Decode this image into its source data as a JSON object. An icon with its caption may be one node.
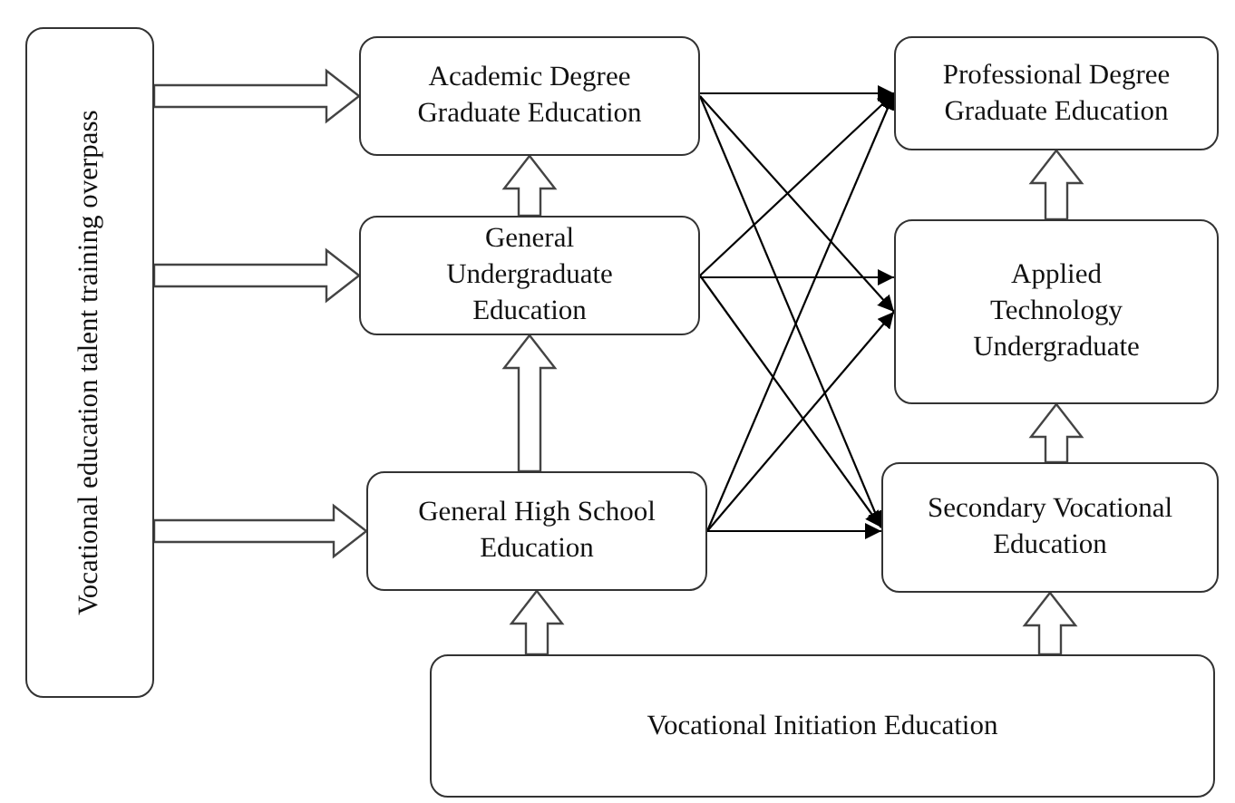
{
  "diagram": {
    "nodes": [
      {
        "text": [
          "Vocational education talent training overpass"
        ]
      },
      {
        "text": [
          "Academic Degree Graduate Education"
        ]
      },
      {
        "text": [
          "General Undergraduate Education"
        ]
      },
      {
        "text": [
          "General High School Education"
        ]
      },
      {
        "text": [
          "Professional Degree Graduate Education"
        ]
      },
      {
        "text": [
          "Applied Technology Undergraduate"
        ]
      },
      {
        "text": [
          "Secondary Vocational Education"
        ]
      },
      {
        "text": [
          "Vocational Initiation Education"
        ]
      }
    ],
    "edges": [
      {
        "from": 0,
        "to": 1,
        "arrow": "to",
        "style": "thick"
      },
      {
        "from": 0,
        "to": 2,
        "arrow": "to",
        "style": "thick"
      },
      {
        "from": 0,
        "to": 3,
        "arrow": "to",
        "style": "thick"
      },
      {
        "from": 3,
        "to": 2,
        "arrow": "to",
        "style": "thick"
      },
      {
        "from": 2,
        "to": 1,
        "arrow": "to",
        "style": "thick"
      },
      {
        "from": 7,
        "to": 3,
        "arrow": "to",
        "style": "thick"
      },
      {
        "from": 7,
        "to": 6,
        "arrow": "to",
        "style": "thick"
      },
      {
        "from": 6,
        "to": 5,
        "arrow": "to",
        "style": "thick"
      },
      {
        "from": 5,
        "to": 4,
        "arrow": "to",
        "style": "thick"
      },
      {
        "from": 1,
        "to": 4,
        "arrow": "to"
      },
      {
        "from": 1,
        "to": 5,
        "arrow": "to"
      },
      {
        "from": 1,
        "to": 6,
        "arrow": "to"
      },
      {
        "from": 2,
        "to": 4,
        "arrow": "to"
      },
      {
        "from": 2,
        "to": 5,
        "arrow": "to"
      },
      {
        "from": 2,
        "to": 6,
        "arrow": "to"
      },
      {
        "from": 3,
        "to": 4,
        "arrow": "to"
      },
      {
        "from": 3,
        "to": 5,
        "arrow": "to"
      },
      {
        "from": 3,
        "to": 6,
        "arrow": "to"
      }
    ]
  }
}
